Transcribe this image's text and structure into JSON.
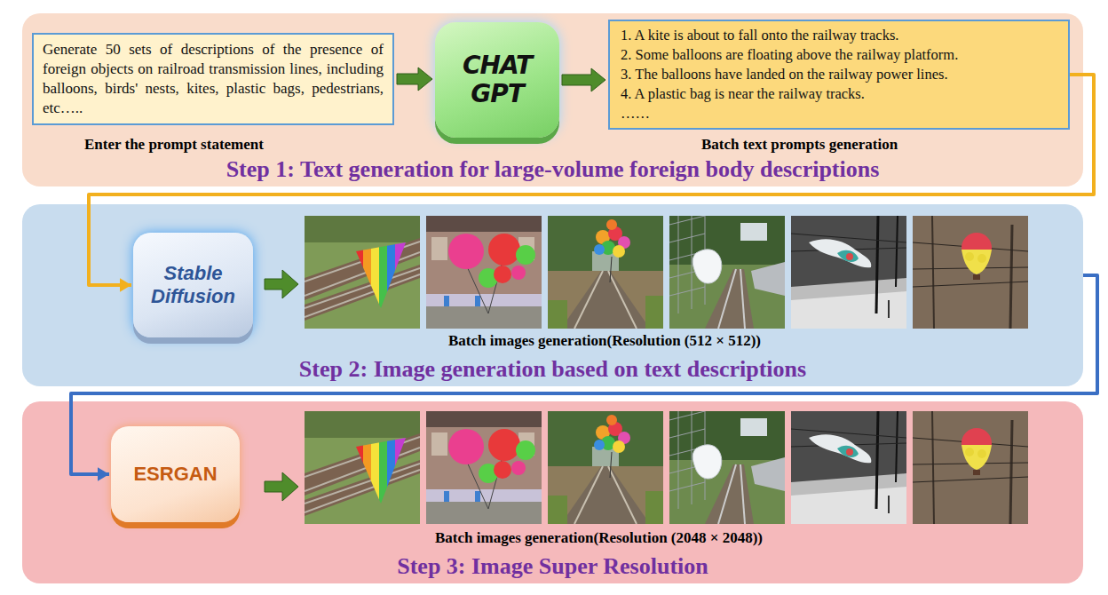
{
  "diagram": {
    "nodes": [
      {
        "text": [
          "Step 1: Text generation for large-volume foreign body descriptions"
        ]
      },
      {
        "text": [
          "Generate 50 sets of descriptions of the presence of foreign objects on railroad transmission lines, including balloons, birds' nests, kites, plastic bags, pedestrians, etc….."
        ],
        "in": 0
      },
      {
        "text": [
          "CHAT GPT"
        ],
        "in": 0
      },
      {
        "text": [
          "1. A kite is about to fall onto the railway tracks.",
          "2. Some balloons are floating above the railway platform.",
          "3. The balloons have landed on the railway power lines.",
          "4. A plastic bag is near the railway tracks.",
          "……"
        ],
        "in": 0
      },
      {
        "text": [
          "Step 2: Image generation based on text descriptions"
        ]
      },
      {
        "text": [
          "Stable Diffusion"
        ],
        "in": 4
      },
      {
        "text": [
          "Step 3: Image Super Resolution"
        ]
      },
      {
        "text": [
          "ESRGAN"
        ],
        "in": 6
      }
    ],
    "edges": [
      {
        "from": 1,
        "to": 2,
        "arrow": "to"
      },
      {
        "from": 2,
        "to": 3,
        "arrow": "to"
      },
      {
        "from": 3,
        "to": 5,
        "arrow": "to"
      },
      {
        "from": 4,
        "to": 7,
        "arrow": "to"
      }
    ],
    "labels": [
      "Enter the prompt statement",
      "Batch text prompts generation",
      "Batch images generation(Resolution (512 × 512))",
      "Batch images generation(Resolution (2048 × 2048))"
    ]
  }
}
